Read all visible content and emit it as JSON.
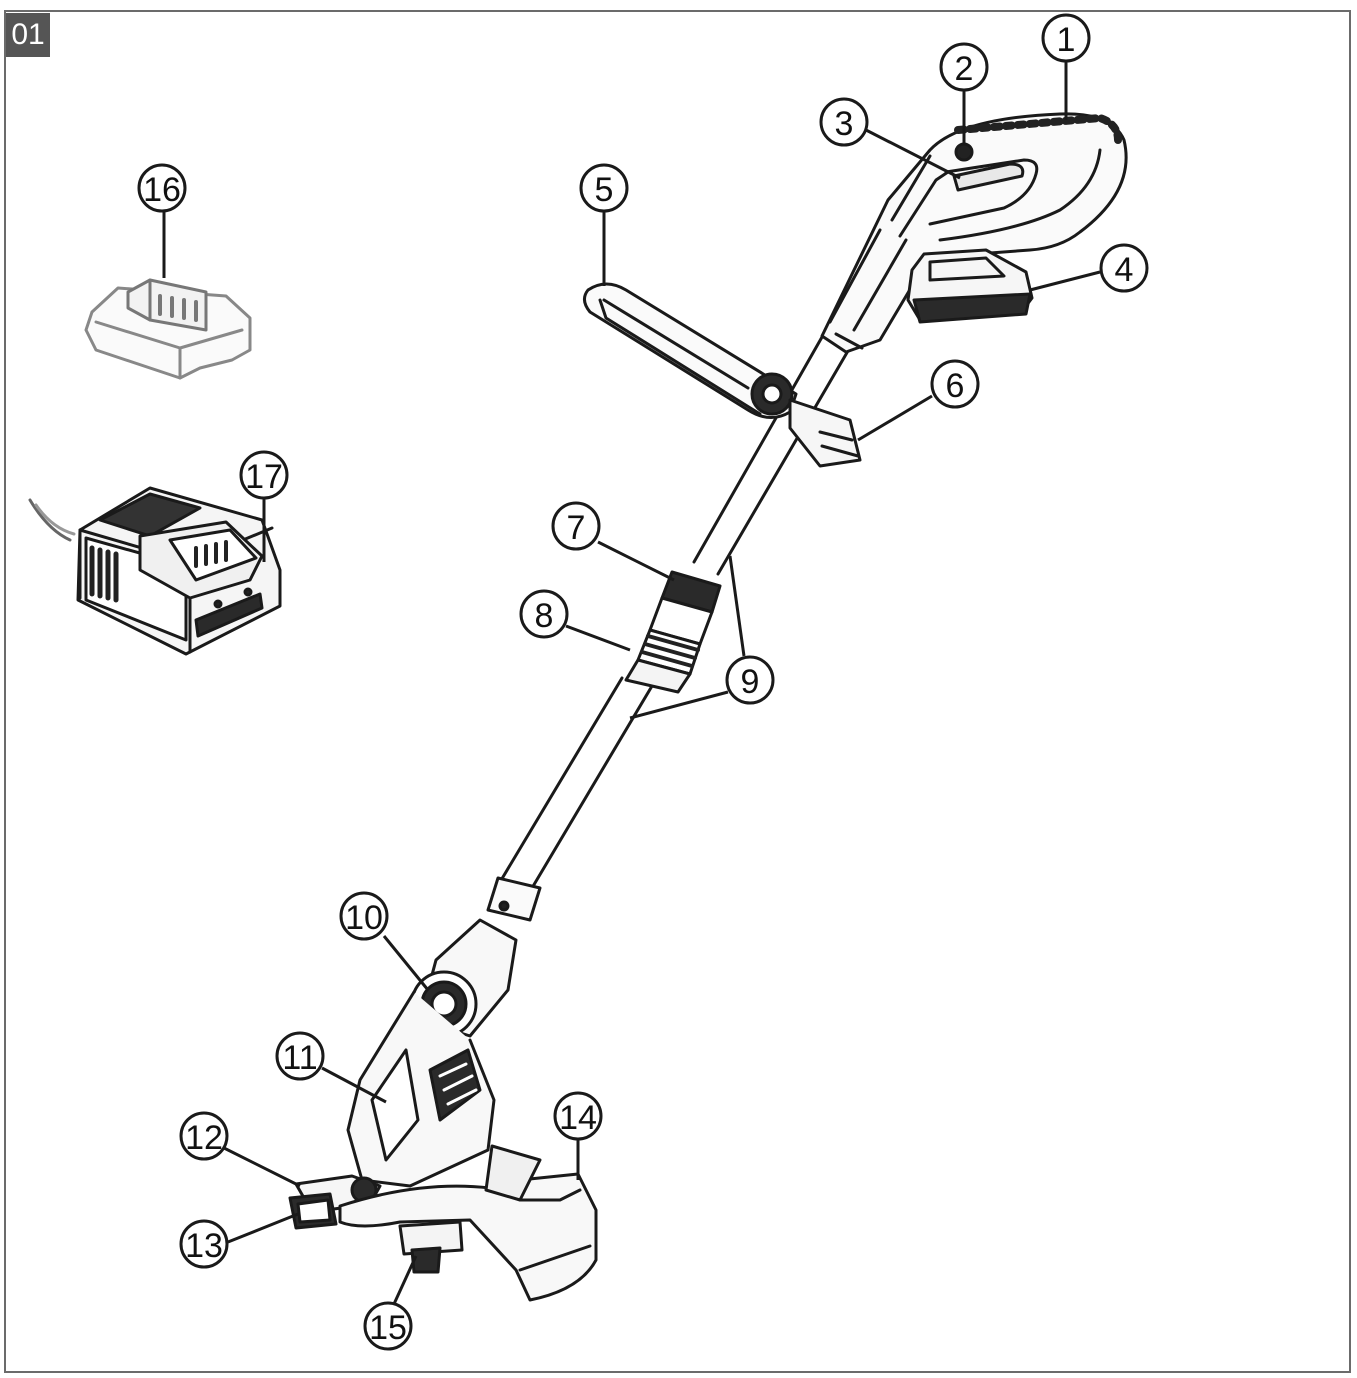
{
  "figure": {
    "tag": "01"
  },
  "callouts": [
    {
      "id": 1,
      "label": "1"
    },
    {
      "id": 2,
      "label": "2"
    },
    {
      "id": 3,
      "label": "3"
    },
    {
      "id": 4,
      "label": "4"
    },
    {
      "id": 5,
      "label": "5"
    },
    {
      "id": 6,
      "label": "6"
    },
    {
      "id": 7,
      "label": "7"
    },
    {
      "id": 8,
      "label": "8"
    },
    {
      "id": 9,
      "label": "9"
    },
    {
      "id": 10,
      "label": "10"
    },
    {
      "id": 11,
      "label": "11"
    },
    {
      "id": 12,
      "label": "12"
    },
    {
      "id": 13,
      "label": "13"
    },
    {
      "id": 14,
      "label": "14"
    },
    {
      "id": 15,
      "label": "15"
    },
    {
      "id": 16,
      "label": "16"
    },
    {
      "id": 17,
      "label": "17"
    }
  ],
  "colors": {
    "line": "#1a1a1a",
    "light_fill": "#f4f4f4",
    "dark_fill": "#2a2a2a",
    "frame": "#6b6b6b"
  }
}
